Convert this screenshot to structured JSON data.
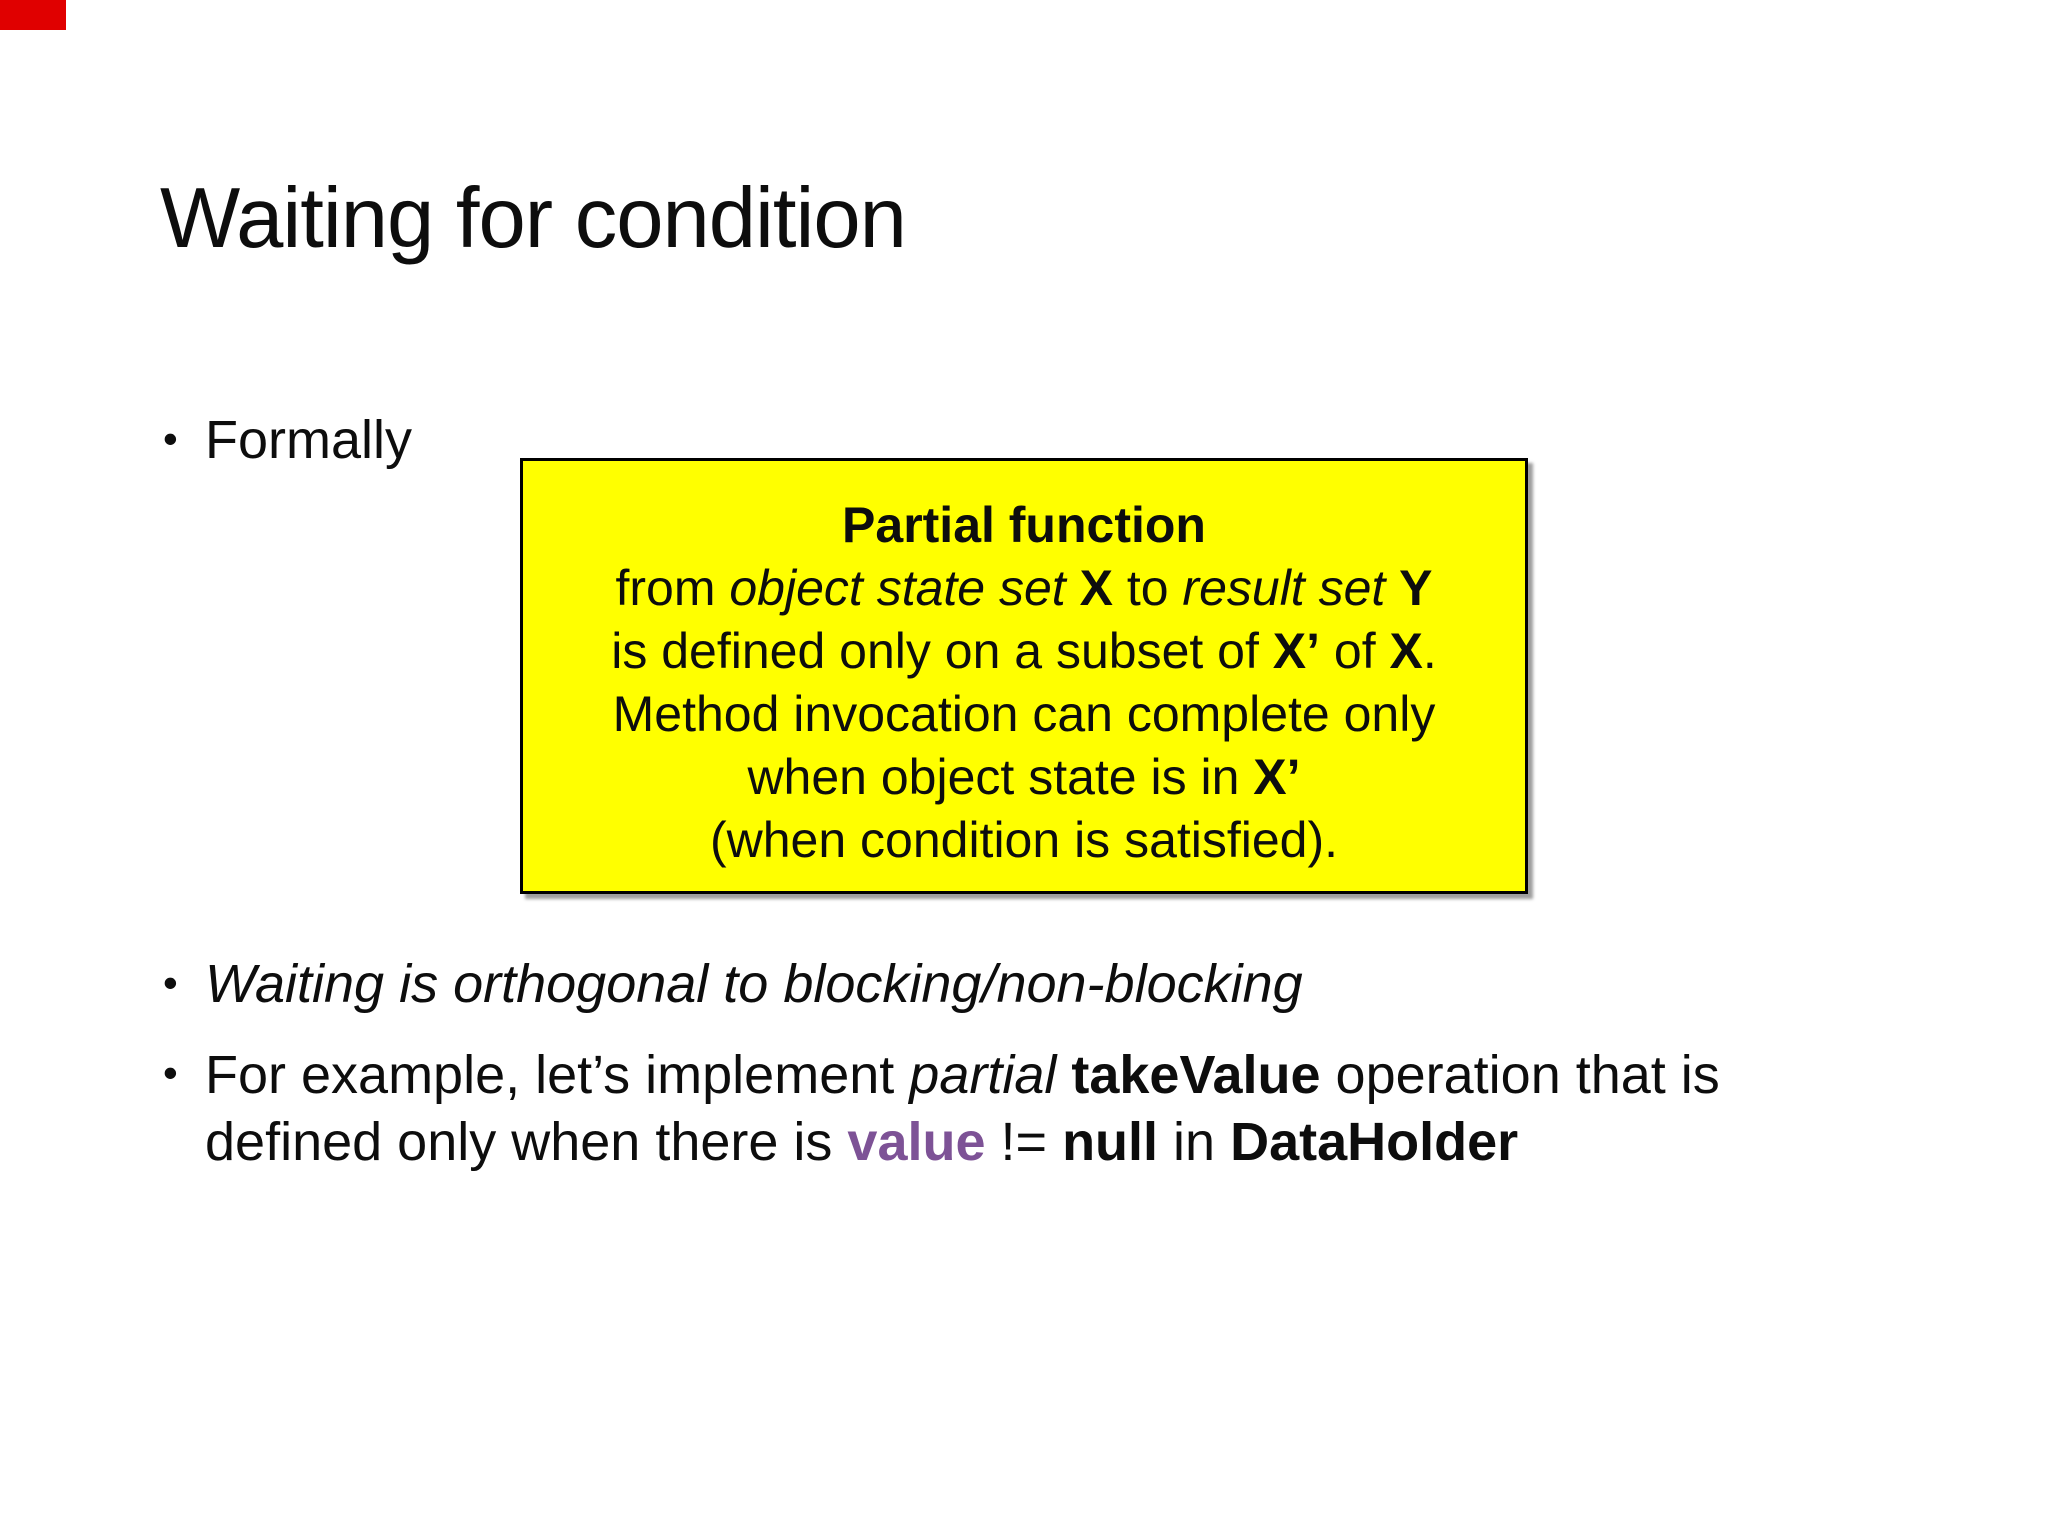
{
  "slide": {
    "bullet_char": "•",
    "title": "Waiting for condition",
    "bullets": {
      "formally": "Formally",
      "orthogonal": "Waiting is orthogonal to blocking/non-blocking",
      "example": {
        "line1": {
          "r1": "For example, let’s implement ",
          "r2": "partial",
          "r3": " ",
          "r4": "takeValue",
          "r5": " operation that is"
        },
        "line2": {
          "r1": "defined only when there is ",
          "r2": "value",
          "r3": " != ",
          "r4": "null",
          "r5": " in ",
          "r6": "DataHolder"
        }
      }
    },
    "callout": {
      "line1": "Partial function",
      "line2": {
        "r1": "from ",
        "r2": "object state set ",
        "r3": "X",
        "r4": " to ",
        "r5": "result set ",
        "r6": "Y"
      },
      "line3": {
        "r1": "is defined only on a subset of ",
        "r2": "X’",
        "r3": " of ",
        "r4": "X",
        "r5": "."
      },
      "line4": "Method invocation can complete only",
      "line5": {
        "r1": "when object state is in ",
        "r2": "X’"
      },
      "line6": "(when condition is satisfied)."
    },
    "colors": {
      "callout_bg": "#FFFF00",
      "callout_border": "#000000",
      "value_purple": "#7D5296",
      "corner_marker_red": "#E00000"
    }
  }
}
